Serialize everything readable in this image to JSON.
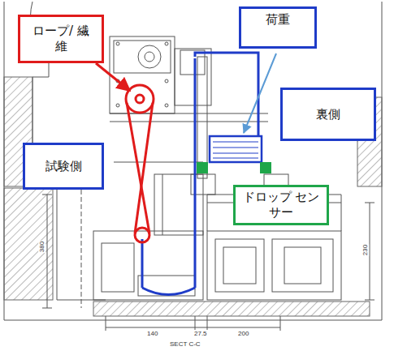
{
  "diagram": {
    "nodes": [
      {
        "text": [
          "ロープ/ 繊維"
        ]
      },
      {
        "text": [
          "荷重"
        ]
      },
      {
        "text": [
          "裏側"
        ]
      },
      {
        "text": [
          "試験側"
        ]
      },
      {
        "text": [
          "ドロップ センサー"
        ]
      }
    ],
    "labels": [
      "140",
      "27.5",
      "200",
      "SECT C-C",
      "380",
      "230"
    ]
  }
}
